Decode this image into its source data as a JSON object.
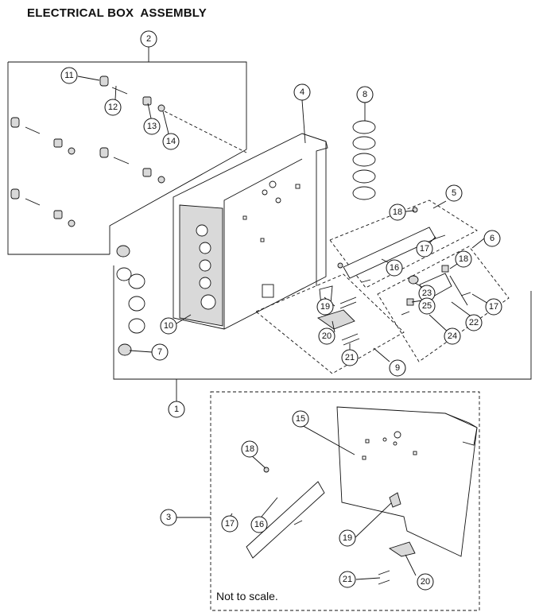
{
  "title": "ELECTRICAL BOX  ASSEMBLY",
  "note": "Not to scale.",
  "callouts": [
    "1",
    "2",
    "3",
    "4",
    "5",
    "6",
    "7",
    "8",
    "9",
    "10",
    "11",
    "12",
    "13",
    "14",
    "15",
    "16",
    "17",
    "18",
    "19",
    "20",
    "21",
    "22",
    "23",
    "24",
    "25"
  ]
}
